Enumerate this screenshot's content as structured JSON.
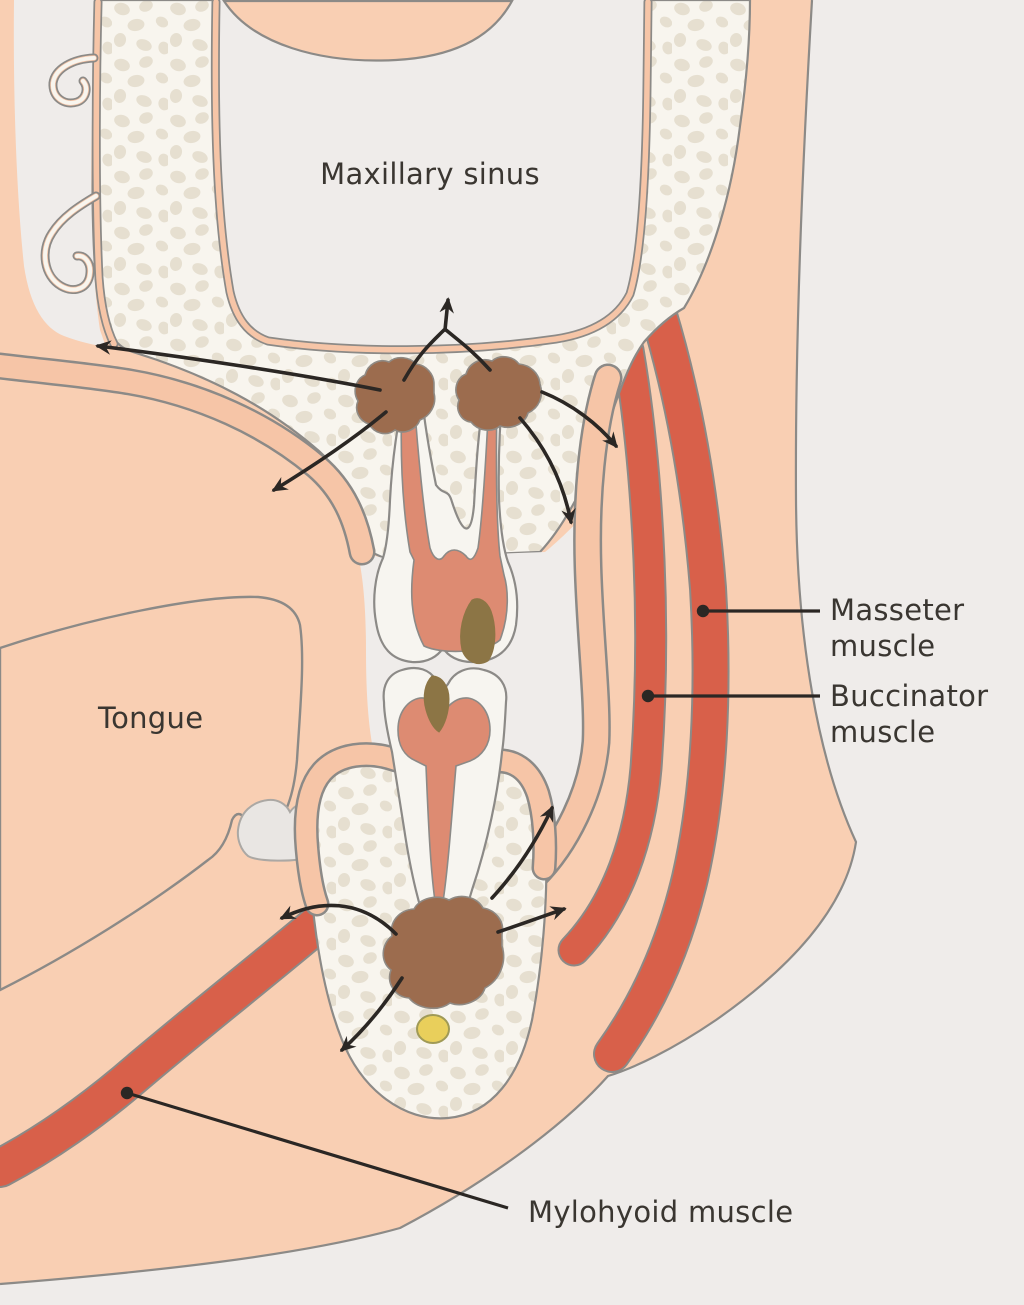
{
  "figure": {
    "type": "anatomical-diagram",
    "subject": "Spread of dental (odontogenic) infection in a cross-section of the oral cavity"
  },
  "labels": {
    "maxillary_sinus": "Maxillary sinus",
    "tongue": "Tongue",
    "masseter": {
      "line1": "Masseter",
      "line2": "muscle"
    },
    "buccinator": {
      "line1": "Buccinator",
      "line2": "muscle"
    },
    "mylohyoid": "Mylohyoid muscle"
  },
  "colors": {
    "bg": "#EFECEA",
    "skin": "#F9CFB3",
    "mucosa": "#F6C5A7",
    "bone": "#F8F5EE",
    "bone_spot": "#E6DFD0",
    "muscle": "#D8604A",
    "tooth": "#F7F5F0",
    "pulp": "#DD8B72",
    "infection": "#9C6C4E",
    "decay": "#8C7545",
    "canal": "#E9CF5B",
    "ghost": "#E9E6E3",
    "outline": "#8C8A87",
    "ink": "#2B2724",
    "text": "#3A3631"
  }
}
